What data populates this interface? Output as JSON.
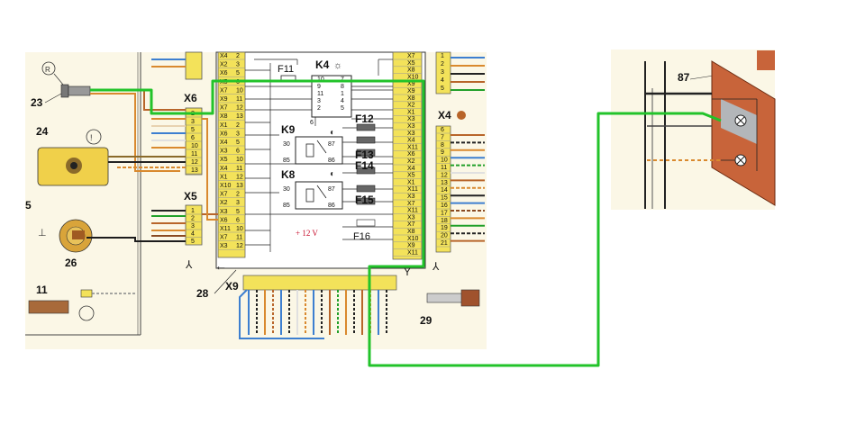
{
  "colors": {
    "paper": "#fbf7e6",
    "connector": "#f3e25a",
    "wire_green": "#22c32a",
    "wire_brown": "#b8652a",
    "wire_orange": "#d9892e",
    "wire_blue": "#3d7fd0",
    "wire_black": "#1c1c1c",
    "lamp_panel": "#c8643a"
  },
  "components": {
    "c23": "23",
    "c24": "24",
    "c5": "5",
    "c26": "26",
    "c11": "11",
    "c28": "28",
    "c29": "29",
    "c87": "87"
  },
  "connectors": {
    "x6": "X6",
    "x5": "X5",
    "x4": "X4",
    "x9": "X9"
  },
  "relays": {
    "k4": "K4",
    "k9": "K9",
    "k8": "K8",
    "k9_pins": [
      "30",
      "87",
      "85",
      "86"
    ],
    "k8_pins": [
      "30",
      "87",
      "85",
      "86"
    ],
    "k4_pins": [
      "10",
      "7",
      "9",
      "8",
      "11",
      "1",
      "3",
      "4",
      "2",
      "5",
      "6"
    ]
  },
  "fuses": {
    "f11": "F11",
    "f12": "F12",
    "f13": "F13",
    "f14": "F14",
    "f15": "F15",
    "f16": "F16"
  },
  "supply_label": "+ 12 V",
  "x6_pins": [
    "2",
    "3",
    "5",
    "6",
    "10",
    "11",
    "12",
    "13"
  ],
  "x5_pins": [
    "1",
    "2",
    "3",
    "4",
    "5"
  ],
  "left_block_pins": [
    "X4",
    "X2",
    "X6",
    "X5",
    "X7",
    "X9",
    "X7",
    "X8",
    "X1",
    "X6",
    "X4",
    "X3",
    "X5",
    "X4",
    "X1",
    "X10",
    "X7",
    "X2",
    "X3",
    "X6",
    "X11",
    "X7",
    "X3"
  ],
  "right_block_pins": [
    "X7",
    "X5",
    "X8",
    "X10",
    "X9",
    "X9",
    "X8",
    "X2",
    "X1",
    "X3",
    "X3",
    "X3",
    "X4",
    "X11",
    "X6",
    "X2",
    "X4",
    "X5",
    "X1",
    "X11",
    "X3",
    "X7",
    "X11",
    "X3",
    "X7",
    "X8",
    "X10",
    "X9",
    "X11"
  ],
  "x4_pins": [
    "1",
    "2",
    "3",
    "4",
    "5",
    "6",
    "7",
    "8",
    "9",
    "10",
    "11",
    "12",
    "13",
    "14",
    "15",
    "16",
    "17",
    "18",
    "19",
    "20",
    "21"
  ]
}
